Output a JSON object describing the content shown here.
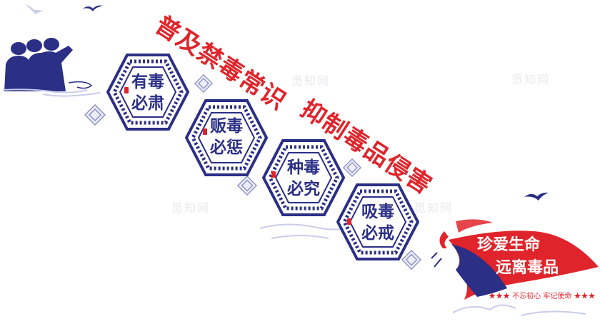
{
  "slogans": {
    "line1": "普及禁毒常识",
    "line2": "抑制毒品侵害"
  },
  "hexagons": [
    {
      "top": "有毒",
      "bottom": "必肃"
    },
    {
      "top": "贩毒",
      "bottom": "必惩"
    },
    {
      "top": "种毒",
      "bottom": "必究"
    },
    {
      "top": "吸毒",
      "bottom": "必戒"
    }
  ],
  "banner": {
    "line1": "珍爱生命",
    "line2": "远离毒品"
  },
  "motto": "★★★ 不忘初心 牢记使命 ★★★",
  "watermark": "觅知网",
  "colors": {
    "red": "#e0242b",
    "navy": "#2b2f86",
    "light": "#c9cdea"
  }
}
